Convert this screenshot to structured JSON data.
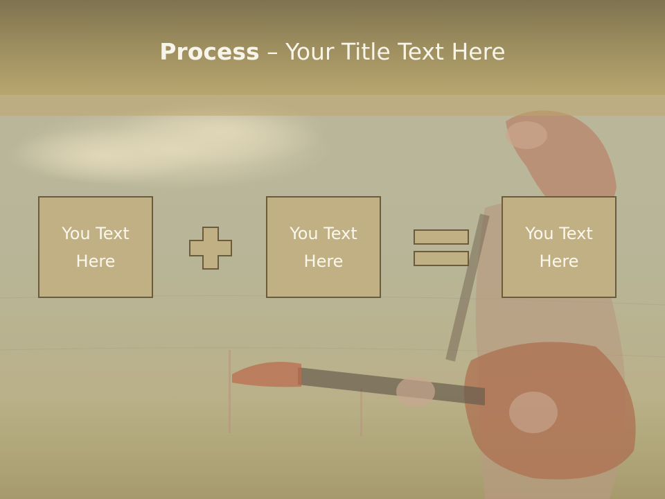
{
  "title": {
    "bold": "Process",
    "dash": " – ",
    "rest": "Your Title Text Here"
  },
  "boxes": [
    {
      "text": "You Text Here"
    },
    {
      "text": "You Text Here"
    },
    {
      "text": "You Text Here"
    }
  ],
  "operators": [
    "plus-icon",
    "equals-icon"
  ],
  "colors": {
    "title_band": "#9b8c5e",
    "box_fill": "#c1b083",
    "box_border": "#6a5b3a",
    "text": "#fbf7ec"
  }
}
